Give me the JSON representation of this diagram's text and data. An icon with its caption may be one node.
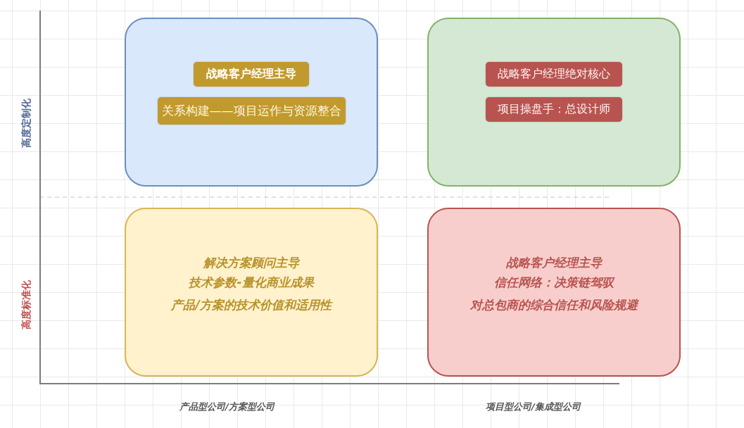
{
  "diagram": {
    "nodes": [
      {
        "text": [],
        "shape": "box"
      },
      {
        "text": [
          "战略客户经理主导"
        ],
        "in": 0
      },
      {
        "text": [
          "关系构建——项目运作与资源整合"
        ],
        "in": 0
      },
      {
        "text": [],
        "shape": "box"
      },
      {
        "text": [
          "战略客户经理绝对核心"
        ],
        "in": 3
      },
      {
        "text": [
          "项目操盘手：总设计师"
        ],
        "in": 3
      },
      {
        "text": [
          "解决方案顾问主导",
          "技术参数-量化商业成果",
          "产品/方案的技术价值和适用性"
        ]
      },
      {
        "text": [
          "战略客户经理主导",
          "信任网络：决策链驾驭",
          "对总包商的综合信任和风险规避"
        ]
      }
    ],
    "labels": [
      "高度定制化",
      "高度标准化",
      "产品型公司/方案型公司",
      "项目型公司/集成型公司"
    ]
  }
}
